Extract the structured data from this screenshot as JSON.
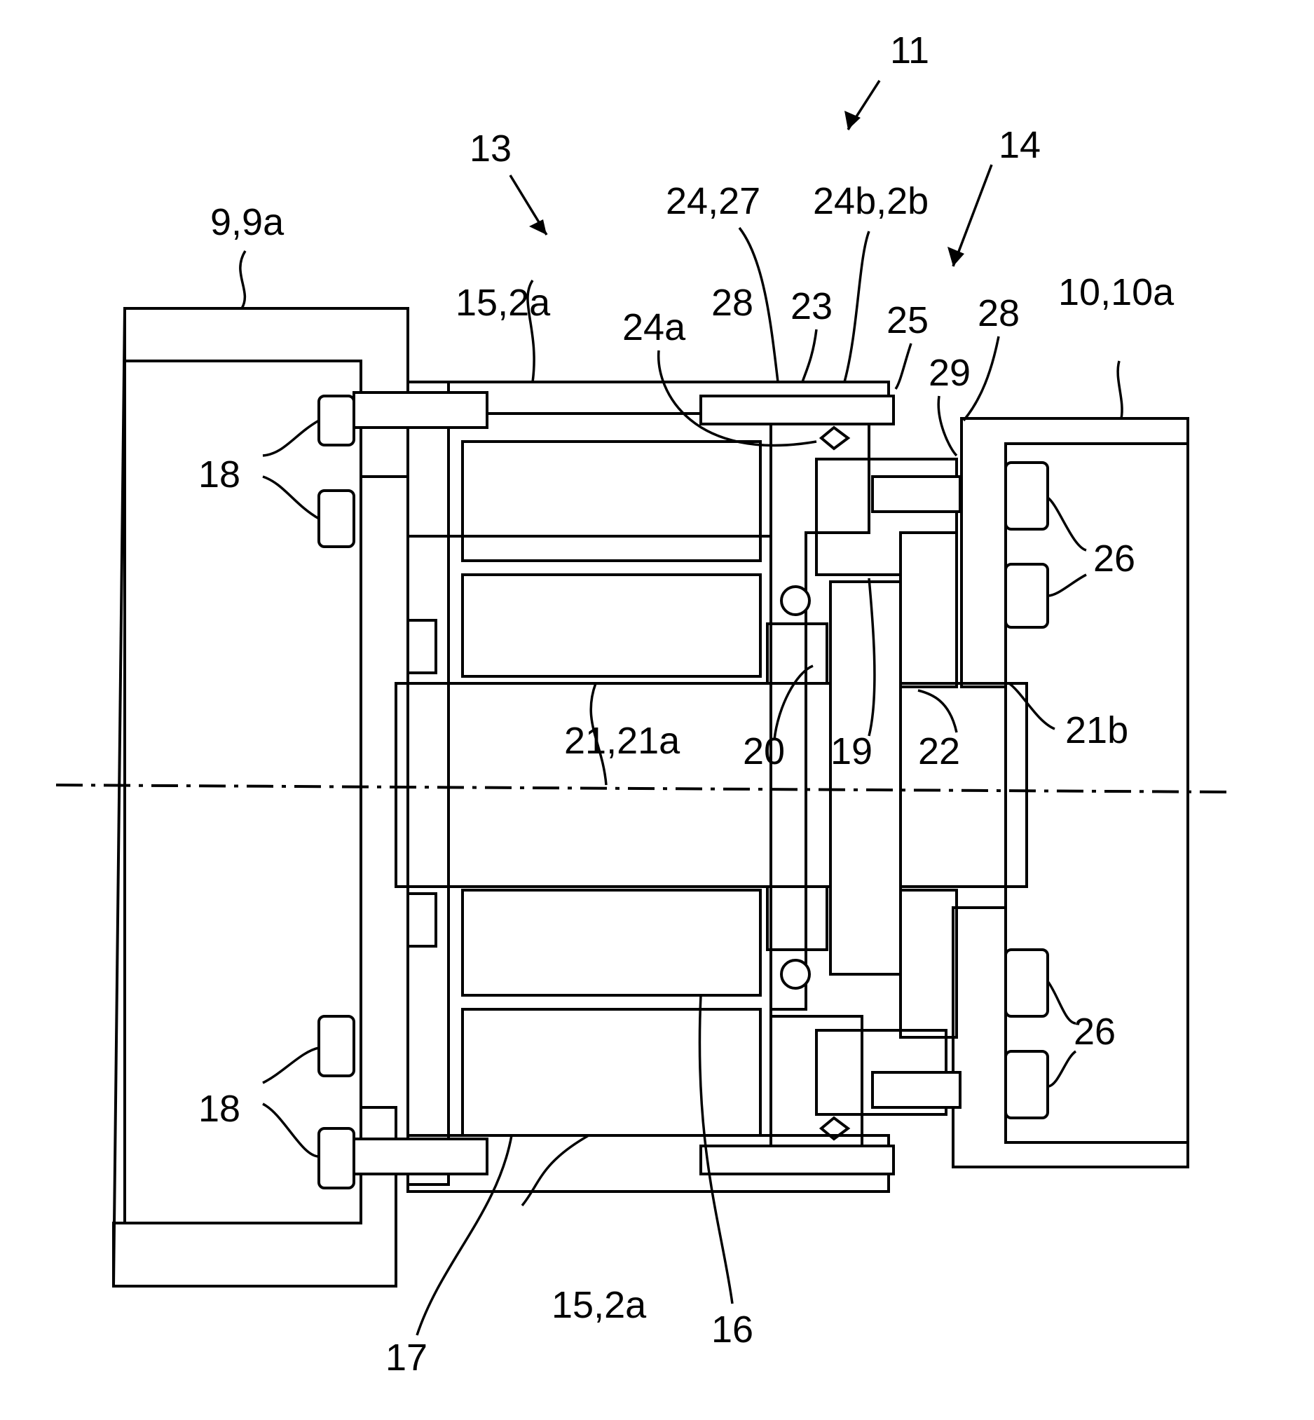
{
  "figure": {
    "labels": {
      "device": "11",
      "left_unit": "13",
      "right_unit": "14",
      "left_flange": "9,9a",
      "right_flange": "10,10a",
      "housing_top": "15,2a",
      "housing_bottom": "15,2a",
      "label_24a": "24a",
      "label_28_left": "28",
      "label_24_27": "24,27",
      "label_23": "23",
      "label_24b_2b": "24b,2b",
      "label_25": "25",
      "label_28_right": "28",
      "label_29": "29",
      "screws_18_top": "18",
      "screws_18_bottom": "18",
      "screws_26_top": "26",
      "screws_26_bottom": "26",
      "shaft_21_21a": "21,21a",
      "label_20": "20",
      "label_19": "19",
      "label_22": "22",
      "label_21b": "21b",
      "label_17": "17",
      "label_16": "16"
    },
    "colors": {
      "line": "#000000",
      "background": "#ffffff"
    }
  }
}
